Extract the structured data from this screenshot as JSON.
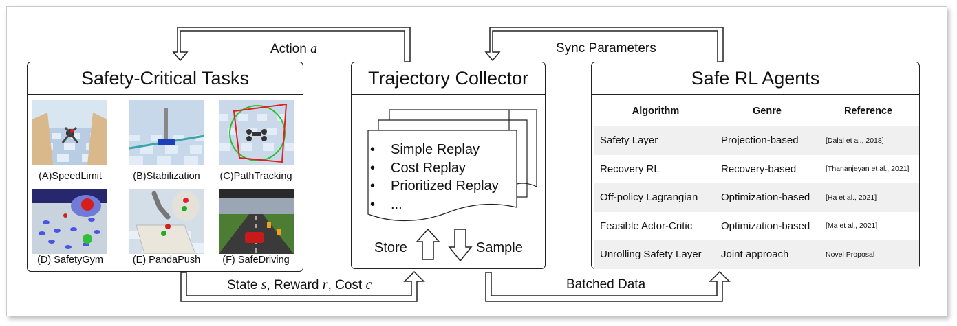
{
  "arrows": {
    "action": "Action",
    "action_var": "a",
    "sync": "Sync Parameters",
    "state_prefix": "State",
    "state_var": "s",
    "reward_prefix": ", Reward",
    "reward_var": "r",
    "cost_prefix": ", Cost",
    "cost_var": "c",
    "batched": "Batched Data"
  },
  "tasks": {
    "title": "Safety-Critical Tasks",
    "items": [
      {
        "caption": "(A)SpeedLimit"
      },
      {
        "caption": "(B)Stabilization"
      },
      {
        "caption": "(C)PathTracking"
      },
      {
        "caption": "(D) SafetyGym"
      },
      {
        "caption": "(E) PandaPush"
      },
      {
        "caption": "(F) SafeDriving"
      }
    ]
  },
  "collector": {
    "title": "Trajectory Collector",
    "bullets": [
      "Simple Replay",
      "Cost Replay",
      "Prioritized Replay",
      "..."
    ],
    "bullet_char": "•",
    "store": "Store",
    "sample": "Sample"
  },
  "agents": {
    "title": "Safe RL Agents",
    "headers": [
      "Algorithm",
      "Genre",
      "Reference"
    ],
    "rows": [
      {
        "algorithm": "Safety Layer",
        "genre": "Projection-based",
        "reference": "[Dalal et al., 2018]"
      },
      {
        "algorithm": "Recovery RL",
        "genre": "Recovery-based",
        "reference": "[Thananjeyan et al., 2021]"
      },
      {
        "algorithm": "Off-policy Lagrangian",
        "genre": "Optimization-based",
        "reference": "[Ha et al., 2021]"
      },
      {
        "algorithm": "Feasible Actor-Critic",
        "genre": "Optimization-based",
        "reference": "[Ma et al., 2021]"
      },
      {
        "algorithm": "Unrolling Safety Layer",
        "genre": "Joint approach",
        "reference": "Novel Proposal"
      }
    ]
  }
}
